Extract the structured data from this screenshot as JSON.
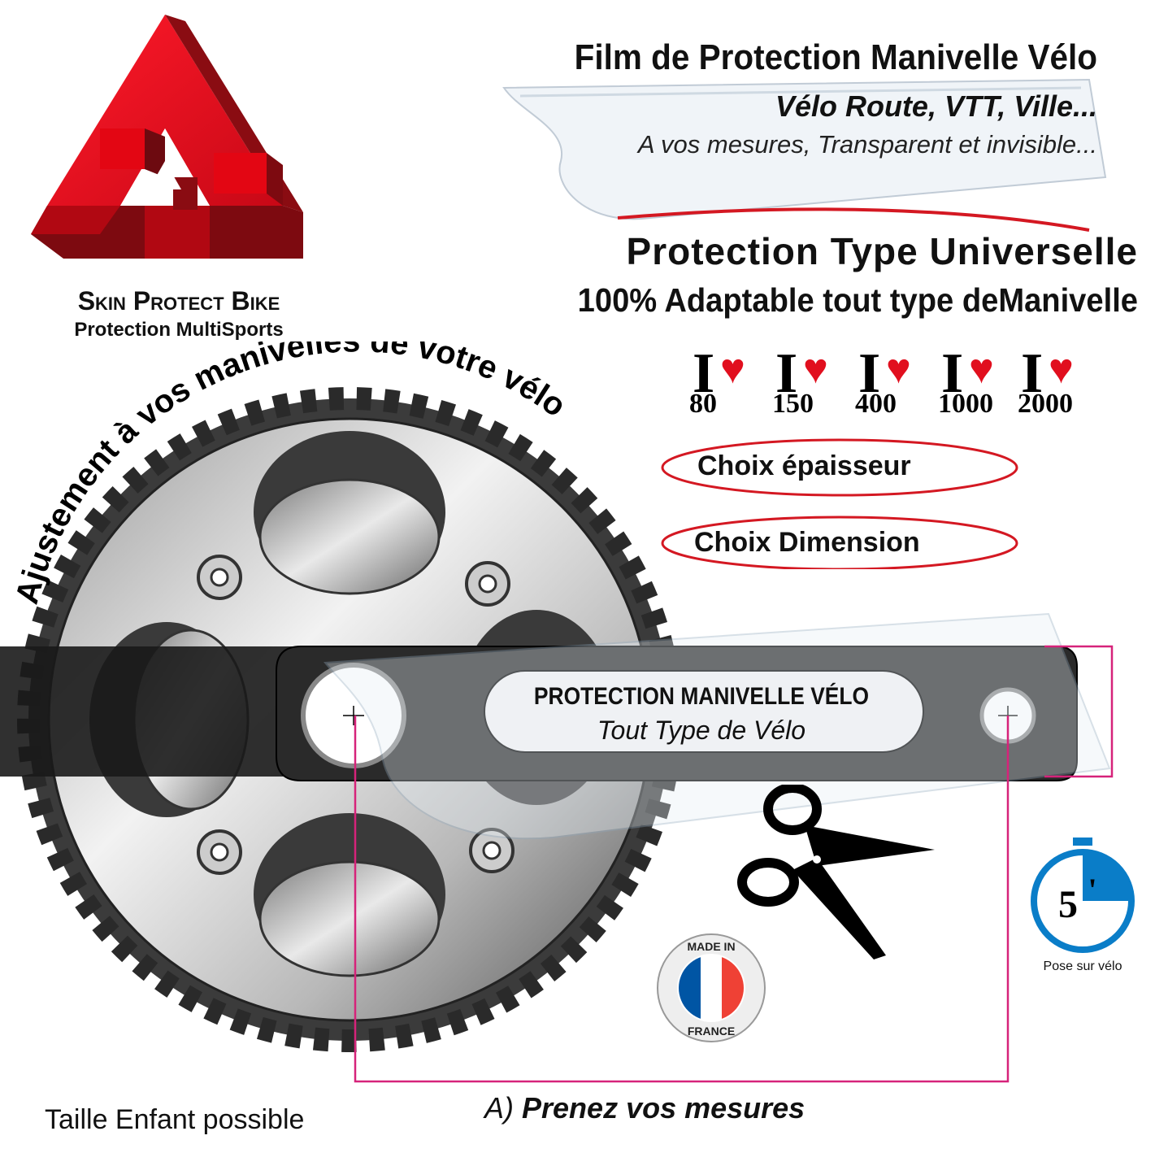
{
  "header": {
    "title": "Film de Protection Manivelle Vélo",
    "subtitle": "Vélo Route, VTT, Ville...",
    "tagline": "A vos mesures, Transparent et invisible..."
  },
  "universal": {
    "line1": "Protection Type Universelle",
    "line2": "100% Adaptable tout type deManivelle"
  },
  "brand": {
    "name": "Skin Protect Bike",
    "tagline": "Protection MultiSports",
    "colors": {
      "light": "#e30613",
      "dark": "#7d0a10"
    }
  },
  "thickness": {
    "letter": "I",
    "options": [
      "80",
      "150",
      "400",
      "1000",
      "2000"
    ]
  },
  "choices": {
    "thickness_label": "Choix épaisseur",
    "dimension_label": "Choix Dimension"
  },
  "arc_text": "Ajustement à vos manivelles de votre vélo",
  "crank_plate": {
    "line1": "PROTECTION MANIVELLE VÉLO",
    "line2": "Tout Type de Vélo"
  },
  "badge": {
    "top": "MADE IN",
    "bottom": "FRANCE"
  },
  "timer": {
    "value": "5",
    "unit": "'",
    "caption": "Pose sur vélo",
    "color": "#0a7dc8"
  },
  "footer": {
    "child_size": "Taille Enfant possible",
    "step_prefix": "A)",
    "step_text": "Prenez vos mesures"
  },
  "accent_magenta": "#d6237a",
  "accent_red": "#e10f1e"
}
